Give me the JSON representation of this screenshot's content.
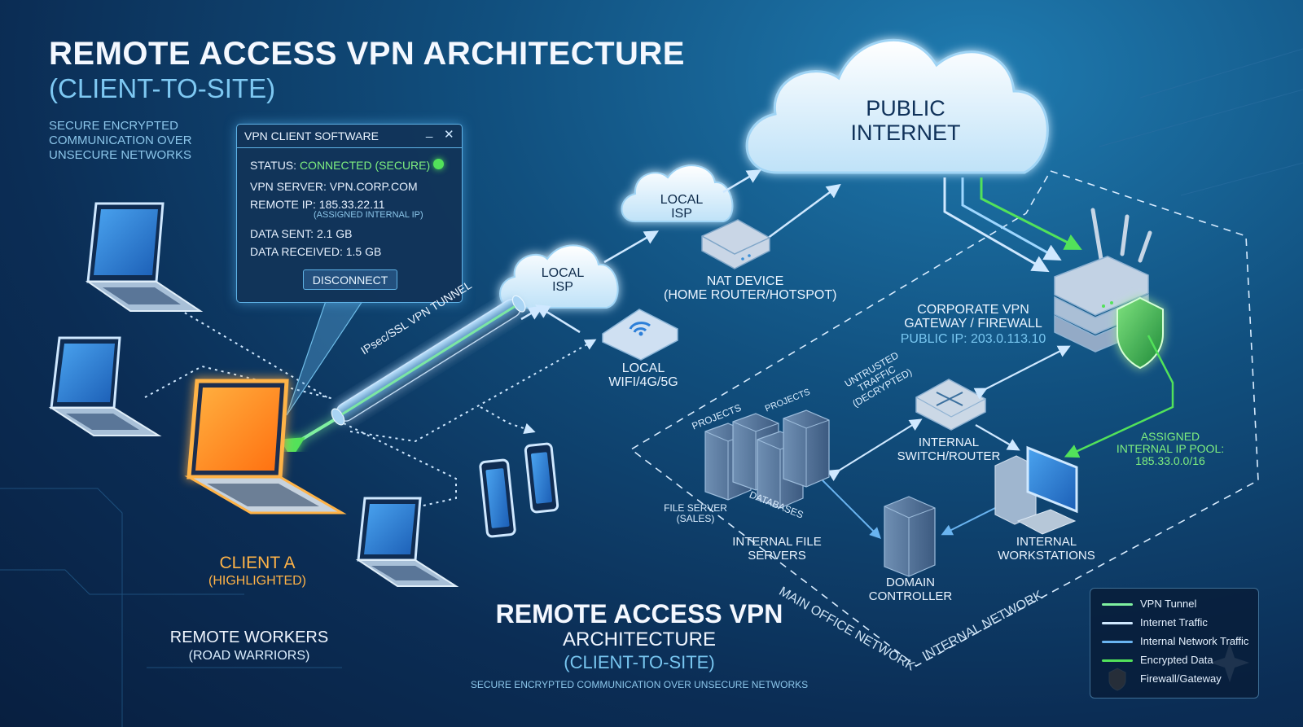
{
  "header": {
    "title": "REMOTE ACCESS VPN ARCHITECTURE",
    "subtitle": "(CLIENT-TO-SITE)",
    "tagline": "SECURE ENCRYPTED COMMUNICATION OVER UNSECURE NETWORKS"
  },
  "vpn_client": {
    "window_title": "VPN CLIENT SOFTWARE",
    "status_label": "STATUS:",
    "status_value": "CONNECTED (SECURE)",
    "server": "VPN SERVER: VPN.CORP.COM",
    "remote_ip": "REMOTE IP: 185.33.22.11",
    "remote_ip_note": "(ASSIGNED INTERNAL IP)",
    "data_sent": "DATA SENT: 2.1 GB",
    "data_received": "DATA RECEIVED: 1.5 GB",
    "disconnect_label": "DISCONNECT",
    "minimize_glyph": "_",
    "close_glyph": "✕",
    "status_color": "#52e25a"
  },
  "tunnel_label": "IPsec/SSL VPN TUNNEL",
  "clients": {
    "highlight_title": "CLIENT A",
    "highlight_sub": "(HIGHLIGHTED)",
    "group_title": "REMOTE WORKERS",
    "group_sub": "(ROAD WARRIORS)"
  },
  "network": {
    "isp1": [
      "LOCAL",
      "ISP"
    ],
    "isp2": [
      "LOCAL",
      "ISP"
    ],
    "wifi": [
      "LOCAL",
      "WIFI/4G/5G"
    ],
    "nat": [
      "NAT DEVICE",
      "(HOME ROUTER/HOTSPOT)"
    ],
    "internet": [
      "PUBLIC",
      "INTERNET"
    ],
    "gateway": [
      "CORPORATE VPN",
      "GATEWAY / FIREWALL"
    ],
    "gateway_ip": "PUBLIC IP: 203.0.113.10",
    "ip_pool": [
      "ASSIGNED",
      "INTERNAL IP POOL:",
      "185.33.0.0/16"
    ],
    "untrusted": [
      "UNTRUSTED",
      "TRAFFIC",
      "(DECRYPTED)"
    ],
    "switch": [
      "INTERNAL",
      "SWITCH/ROUTER"
    ],
    "projects_1": "PROJECTS",
    "projects_2": "PROJECTS",
    "file_server": [
      "FILE SERVER",
      "(SALES)"
    ],
    "databases": "DATABASES",
    "file_servers": [
      "INTERNAL FILE",
      "SERVERS"
    ],
    "domain_controller": [
      "DOMAIN",
      "CONTROLLER"
    ],
    "workstations": [
      "INTERNAL",
      "WORKSTATIONS"
    ],
    "main_office": "MAIN OFFICE NETWORK",
    "internal_network": "INTERNAL NETWORK"
  },
  "footer": {
    "title": "REMOTE ACCESS VPN",
    "title2": "ARCHITECTURE",
    "subtitle": "(CLIENT-TO-SITE)",
    "tagline": "SECURE ENCRYPTED COMMUNICATION OVER UNSECURE NETWORKS"
  },
  "legend": {
    "items": [
      {
        "label": "VPN Tunnel",
        "color": "#7ff0a0"
      },
      {
        "label": "Internet Traffic",
        "color": "#cfe8ff"
      },
      {
        "label": "Internal Network Traffic",
        "color": "#6ab4f0"
      },
      {
        "label": "Encrypted Data",
        "color": "#52e25a"
      },
      {
        "label": "Firewall/Gateway",
        "color": "#ffa030",
        "icon": "shield-icon"
      }
    ]
  },
  "colors": {
    "accent_blue": "#78c6f0",
    "accent_green": "#7ff07f",
    "accent_orange": "#ffb347"
  }
}
